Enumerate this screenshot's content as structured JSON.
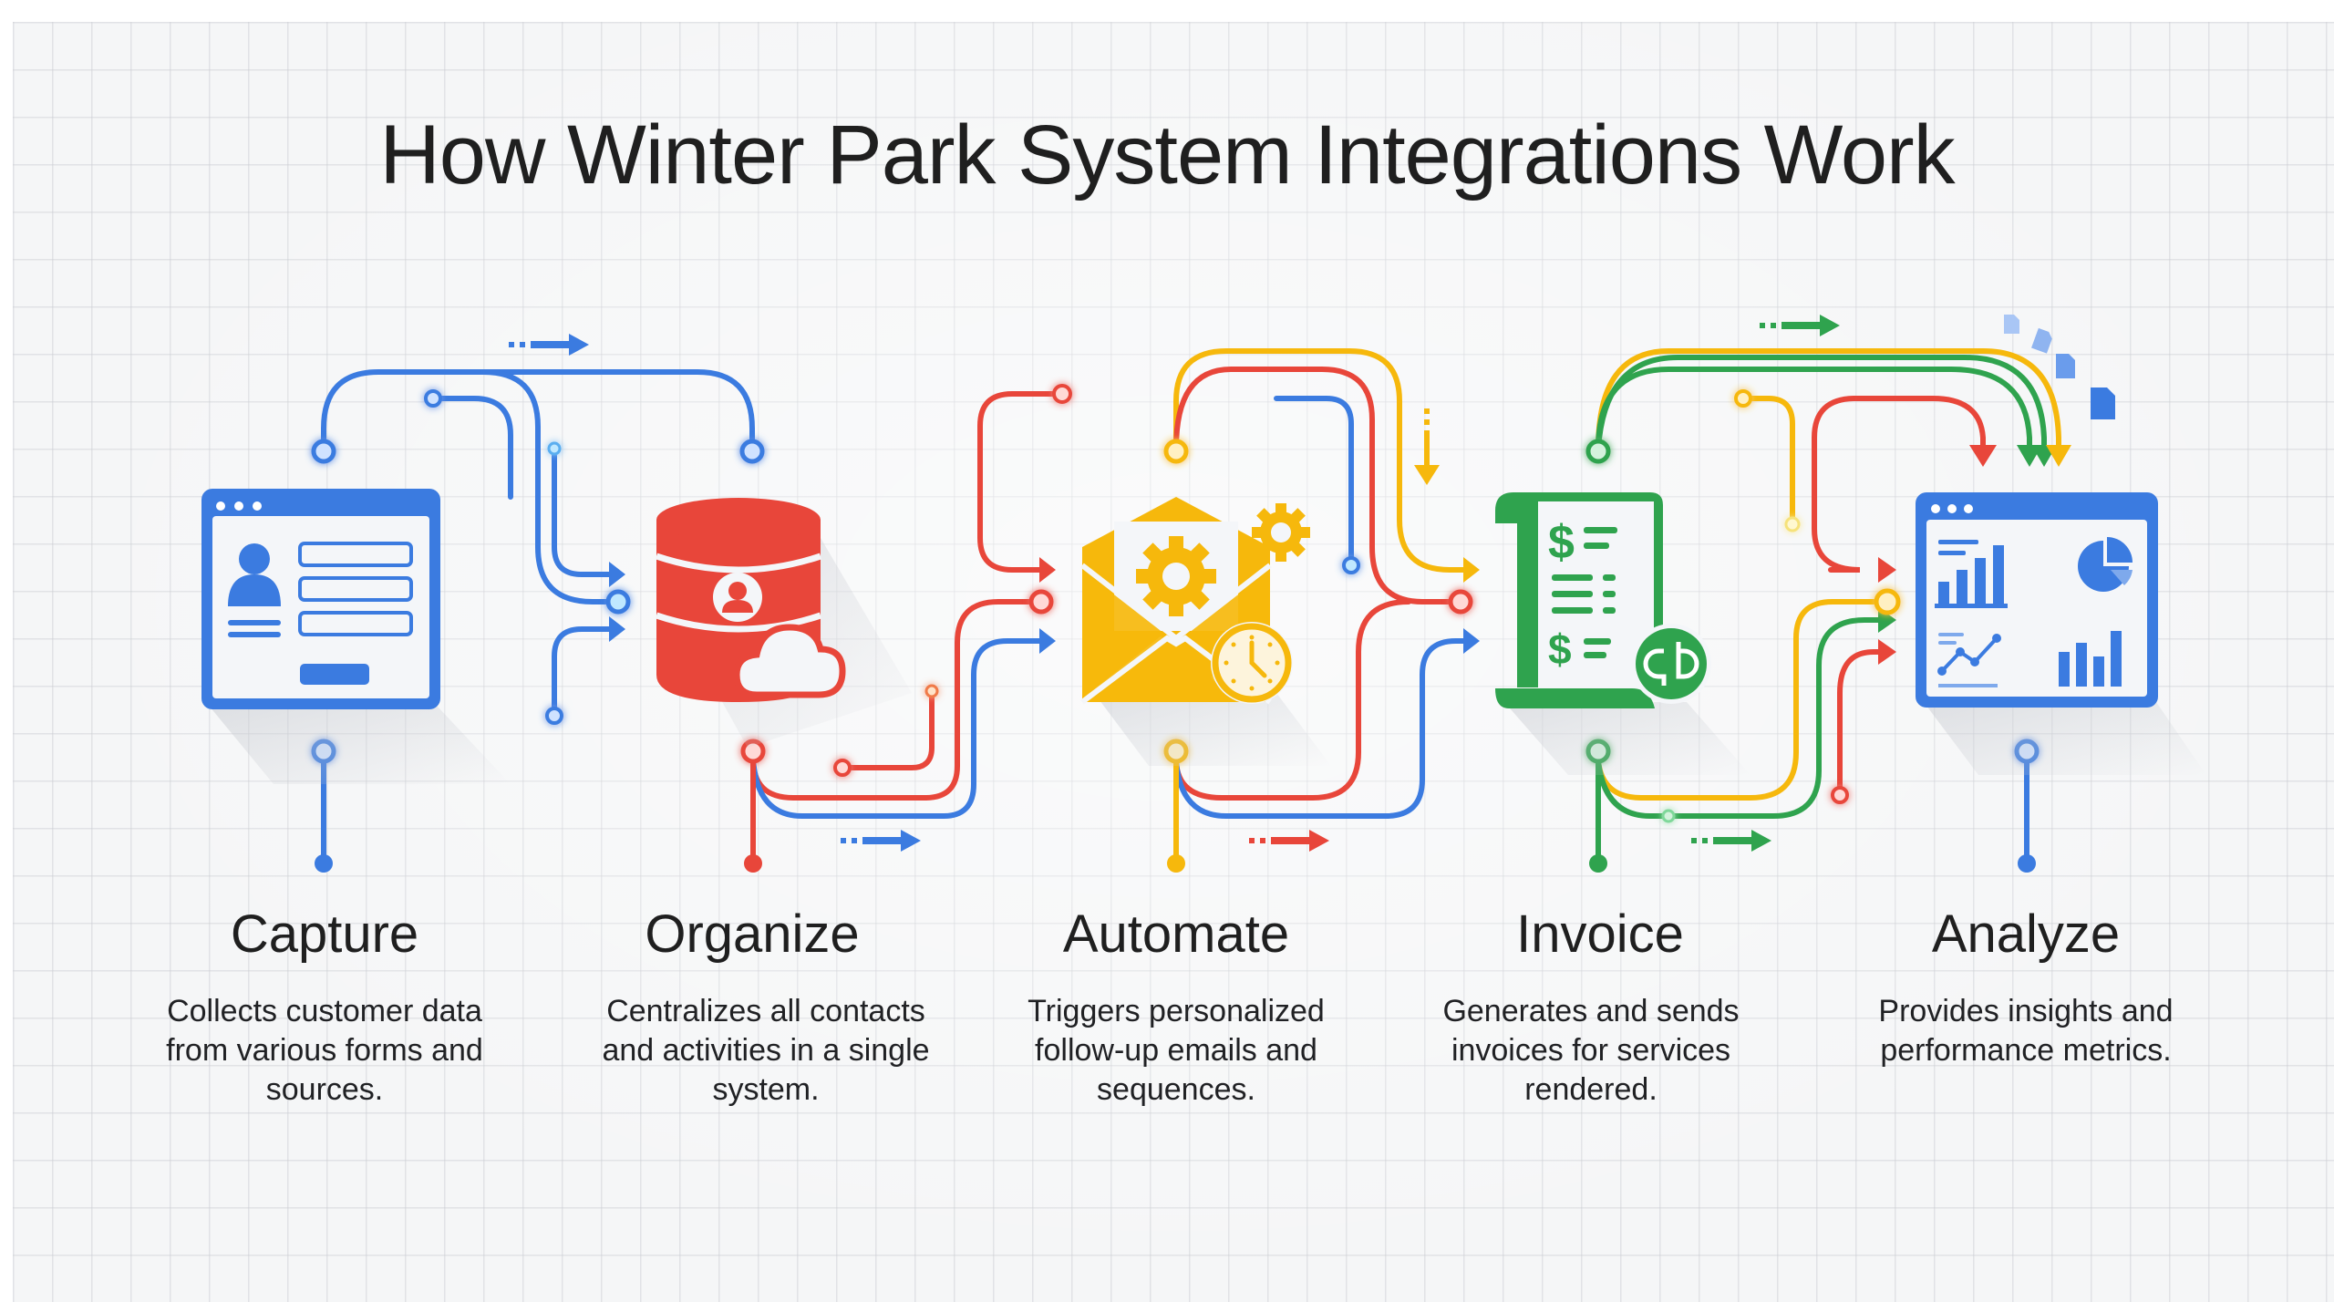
{
  "title": "How Winter Park System Integrations Work",
  "colors": {
    "blue": "#3b7be0",
    "red": "#e8463a",
    "yellow": "#f6b80c",
    "green": "#2fa34e",
    "background": "#f5f6f7",
    "text": "#1f1f1f"
  },
  "steps": [
    {
      "title": "Capture",
      "icon": "web-form-icon",
      "color": "#3b7be0",
      "description": "Collects customer data from various forms and sources."
    },
    {
      "title": "Organize",
      "icon": "database-cloud-icon",
      "color": "#e8463a",
      "description": "Centralizes all contacts and activities in a single system."
    },
    {
      "title": "Automate",
      "icon": "email-automation-icon",
      "color": "#f6b80c",
      "description": "Triggers personalized follow-up emails and sequences."
    },
    {
      "title": "Invoice",
      "icon": "invoice-quickbooks-icon",
      "color": "#2fa34e",
      "description": "Generates and sends invoices for services rendered."
    },
    {
      "title": "Analyze",
      "icon": "analytics-dashboard-icon",
      "color": "#3b7be0",
      "description": "Provides insights and performance metrics."
    }
  ]
}
